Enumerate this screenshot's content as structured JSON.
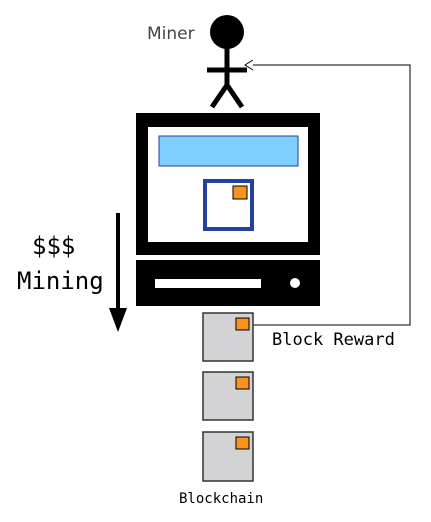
{
  "diagram": {
    "miner_label": "Miner",
    "money_label": "$$$",
    "mining_label": "Mining",
    "block_reward_label": "Block Reward",
    "blockchain_label": "Blockchain"
  },
  "colors": {
    "screen_bar": "#7fcffc",
    "frame_blue": "#23419e",
    "orange_square": "#f7931e",
    "block_fill": "#d3d3d6",
    "block_stroke": "#333333",
    "black": "#000000"
  },
  "icons": {
    "miner": "stick-figure-icon",
    "computer": "computer-monitor-icon",
    "blocks": "block-icon"
  }
}
